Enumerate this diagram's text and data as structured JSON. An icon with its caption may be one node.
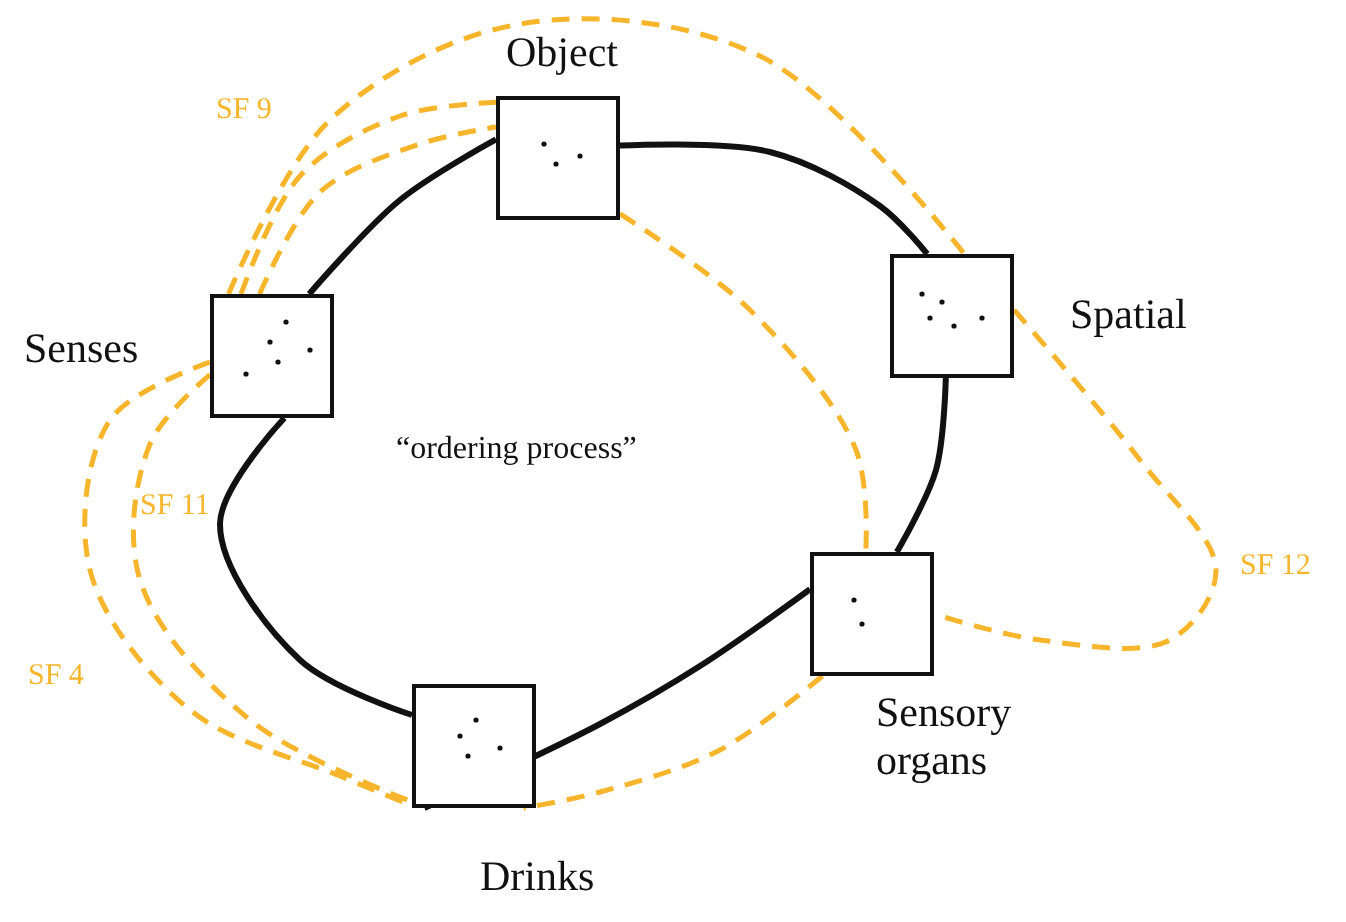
{
  "diagram": {
    "nodes": [
      {
        "text": [
          "Object"
        ]
      },
      {
        "text": [
          "Spatial"
        ]
      },
      {
        "text": [
          "Senses"
        ]
      },
      {
        "text": [
          "Sensory organs"
        ]
      },
      {
        "text": [
          "Drinks"
        ]
      }
    ],
    "edges": [
      {
        "from": 2,
        "to": 0,
        "arrow": "none",
        "color": "#111111"
      },
      {
        "from": 0,
        "to": 1,
        "arrow": "none",
        "color": "#111111"
      },
      {
        "from": 1,
        "to": 3,
        "arrow": "none",
        "color": "#111111"
      },
      {
        "from": 3,
        "to": 4,
        "arrow": "none",
        "color": "#111111"
      },
      {
        "from": 4,
        "to": 2,
        "arrow": "none",
        "color": "#111111"
      },
      {
        "from": 2,
        "to": 0,
        "arrow": "none",
        "label": "SF 9",
        "style": "dashed"
      },
      {
        "from": 2,
        "to": 0,
        "arrow": "none",
        "style": "dashed"
      },
      {
        "from": 2,
        "to": 1,
        "arrow": "none",
        "style": "dashed"
      },
      {
        "from": 1,
        "to": 3,
        "arrow": "none",
        "label": "SF 12",
        "style": "dashed"
      },
      {
        "from": 0,
        "to": 3,
        "arrow": "none",
        "style": "dashed"
      },
      {
        "from": 2,
        "to": 4,
        "arrow": "none",
        "label": "SF 11",
        "style": "dashed"
      },
      {
        "from": 2,
        "to": 4,
        "arrow": "none",
        "label": "SF 4",
        "style": "dashed"
      },
      {
        "from": 3,
        "to": 4,
        "arrow": "none",
        "style": "dashed"
      }
    ],
    "labels": [
      "“ordering process”"
    ]
  }
}
